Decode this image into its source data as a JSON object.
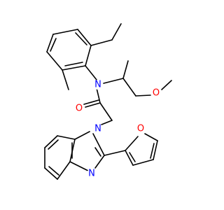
{
  "structure": {
    "atoms": [
      {
        "key": "n_amide",
        "symbol": "N",
        "color": "#0000ff"
      },
      {
        "key": "o_carbonyl",
        "symbol": "O",
        "color": "#ff0000"
      },
      {
        "key": "o_methoxy",
        "symbol": "O",
        "color": "#ff0000"
      },
      {
        "key": "o_furan",
        "symbol": "O",
        "color": "#ff0000"
      },
      {
        "key": "n_benzimidazole_1",
        "symbol": "N",
        "color": "#0000ff"
      },
      {
        "key": "n_benzimidazole_3",
        "symbol": "N",
        "color": "#0000ff"
      }
    ],
    "bond_color": "#000000",
    "background": "#ffffff"
  }
}
